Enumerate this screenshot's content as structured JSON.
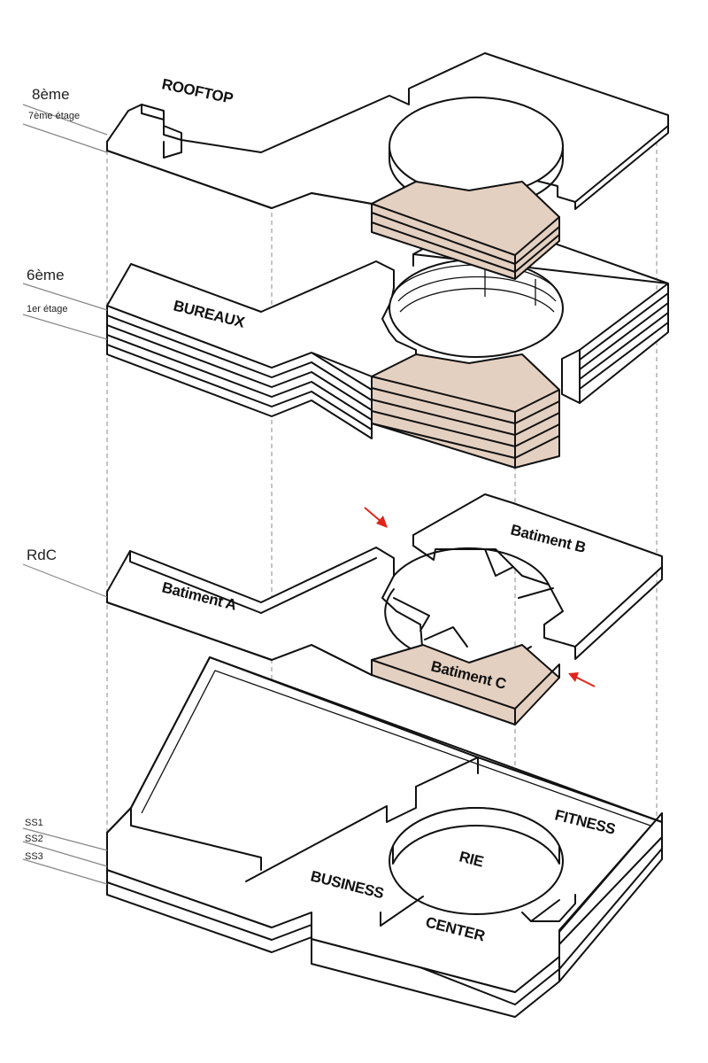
{
  "levels": {
    "lvl_8": "8ème",
    "lvl_7": "7ème étage",
    "lvl_6": "6ème",
    "lvl_1": "1er étage",
    "lvl_rdc": "RdC",
    "lvl_ss1": "SS1",
    "lvl_ss2": "SS2",
    "lvl_ss3": "SS3"
  },
  "labels": {
    "rooftop": "ROOFTOP",
    "bureaux": "BUREAUX",
    "batiment_a": "Batiment A",
    "batiment_b": "Batiment B",
    "batiment_c": "Batiment C",
    "fitness": "FITNESS",
    "rie": "RIE",
    "business": "BUSINESS",
    "center": "CENTER"
  },
  "colors": {
    "highlight": "#e4d0c1",
    "arrow": "#e1251b",
    "line": "#111111"
  }
}
